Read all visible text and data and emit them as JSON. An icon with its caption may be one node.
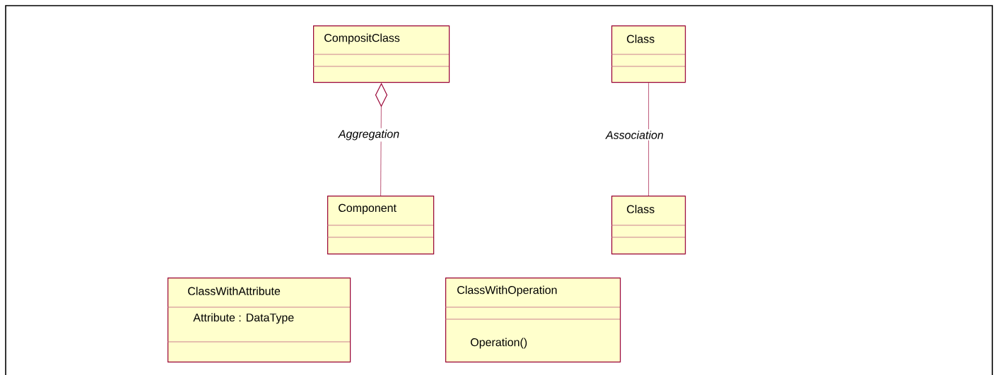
{
  "diagram": {
    "nodes": [
      {
        "text": [
          "CompositClass"
        ]
      },
      {
        "text": [
          "Class"
        ]
      },
      {
        "text": [
          "Component"
        ]
      },
      {
        "text": [
          "Class"
        ]
      },
      {
        "text": [
          "ClassWithAttribute",
          "Attribute : DataType"
        ]
      },
      {
        "text": [
          "ClassWithOperation",
          "Operation()"
        ]
      }
    ],
    "edges": [
      {
        "from": 2,
        "to": 0,
        "arrow": "other",
        "label": "Aggregation"
      },
      {
        "from": 1,
        "to": 3,
        "arrow": "none",
        "label": "Association"
      }
    ]
  }
}
